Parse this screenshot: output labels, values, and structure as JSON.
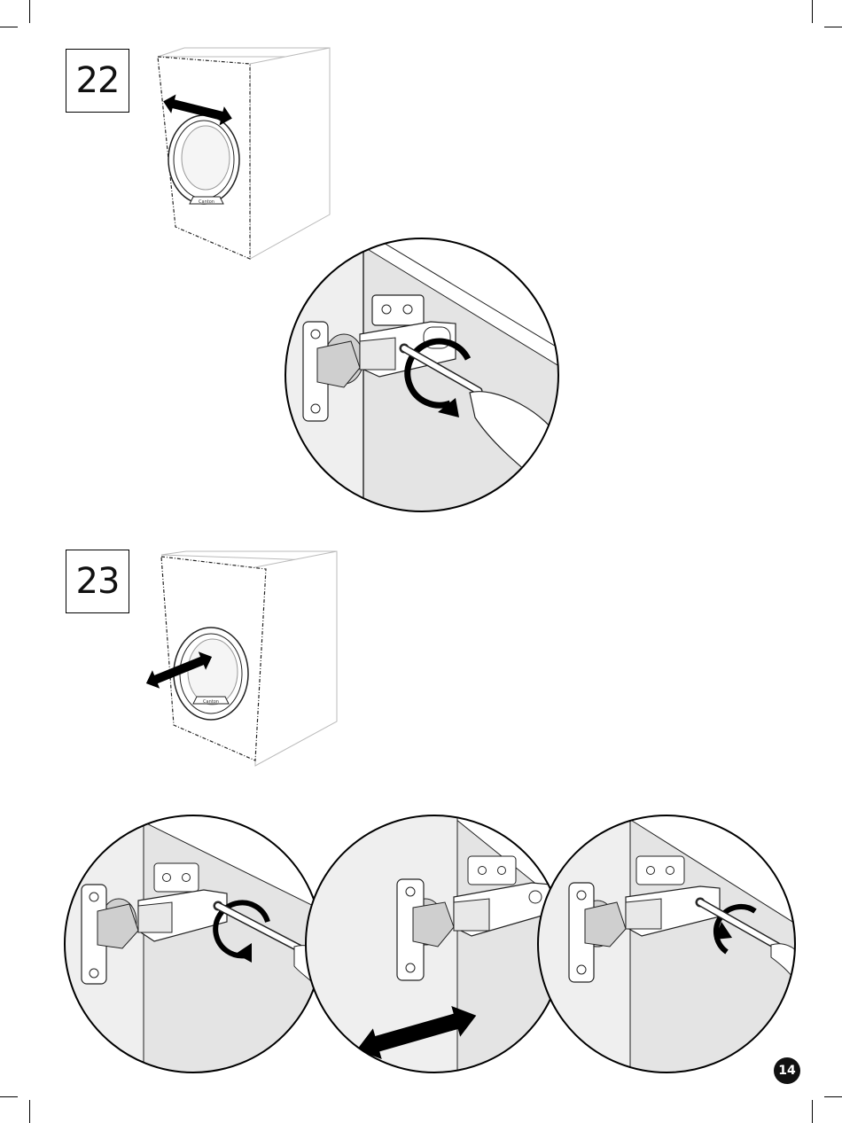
{
  "steps": [
    {
      "number": "22"
    },
    {
      "number": "23"
    }
  ],
  "speaker_badge": "Canton",
  "page_number": "14",
  "icons": {
    "double_arrow": "double-headed-arrow",
    "rotate_arrow": "rotation-arrow",
    "screwdriver": "screwdriver",
    "hinge": "cabinet-hinge"
  }
}
